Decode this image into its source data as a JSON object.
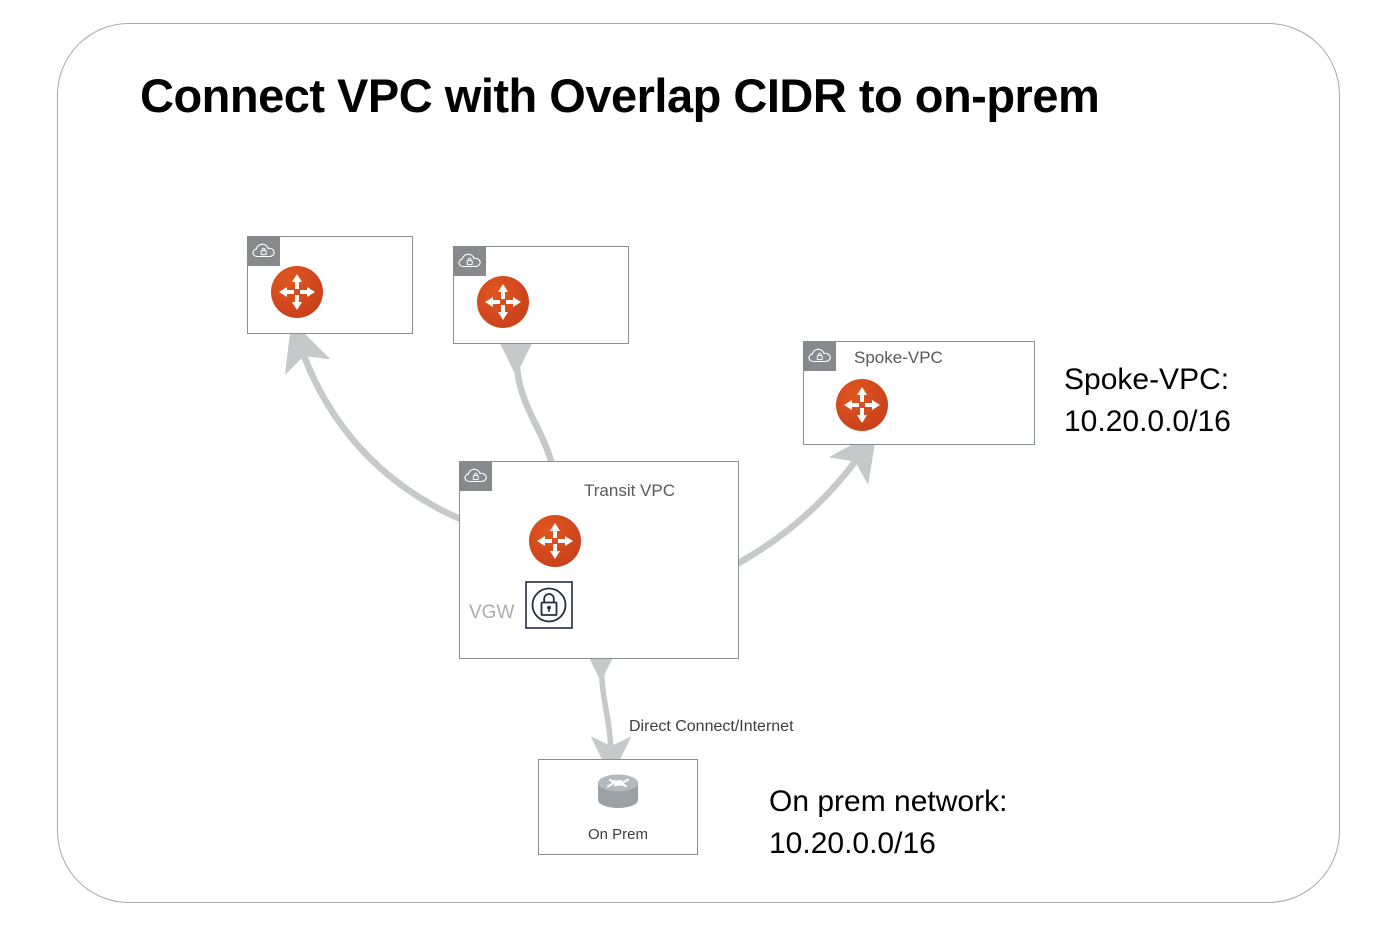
{
  "title": "Connect VPC with Overlap CIDR to on-prem",
  "diagram": {
    "vpcs": [
      {
        "id": "vpc-1",
        "label": "",
        "badge_icon": "cloud-lock-icon",
        "node_icon": "router-icon"
      },
      {
        "id": "vpc-2",
        "label": "",
        "badge_icon": "cloud-lock-icon",
        "node_icon": "router-icon"
      },
      {
        "id": "spoke-vpc",
        "label": "Spoke-VPC",
        "badge_icon": "cloud-lock-icon",
        "node_icon": "router-icon"
      },
      {
        "id": "transit-vpc",
        "label": "Transit VPC",
        "badge_icon": "cloud-lock-icon",
        "node_icon": "router-icon"
      }
    ],
    "transit": {
      "title": "Transit VPC",
      "vgw_label": "VGW",
      "vgw_icon": "lock-circle-icon"
    },
    "onprem": {
      "box_label": "On Prem",
      "icon": "network-router-icon"
    },
    "connection_label": "Direct Connect/Internet",
    "notes": {
      "spoke": "Spoke-VPC:\n10.20.0.0/16",
      "onprem": "On prem network:\n10.20.0.0/16"
    }
  },
  "colors": {
    "router_orange": "#d9481f",
    "badge_gray": "#87898c",
    "box_border": "#8a8f94",
    "arrow_light": "#c6c8ca",
    "arrow_dark": "#a3a5a8",
    "vgw_navy": "#232f3e",
    "text_gray": "#58595b"
  }
}
